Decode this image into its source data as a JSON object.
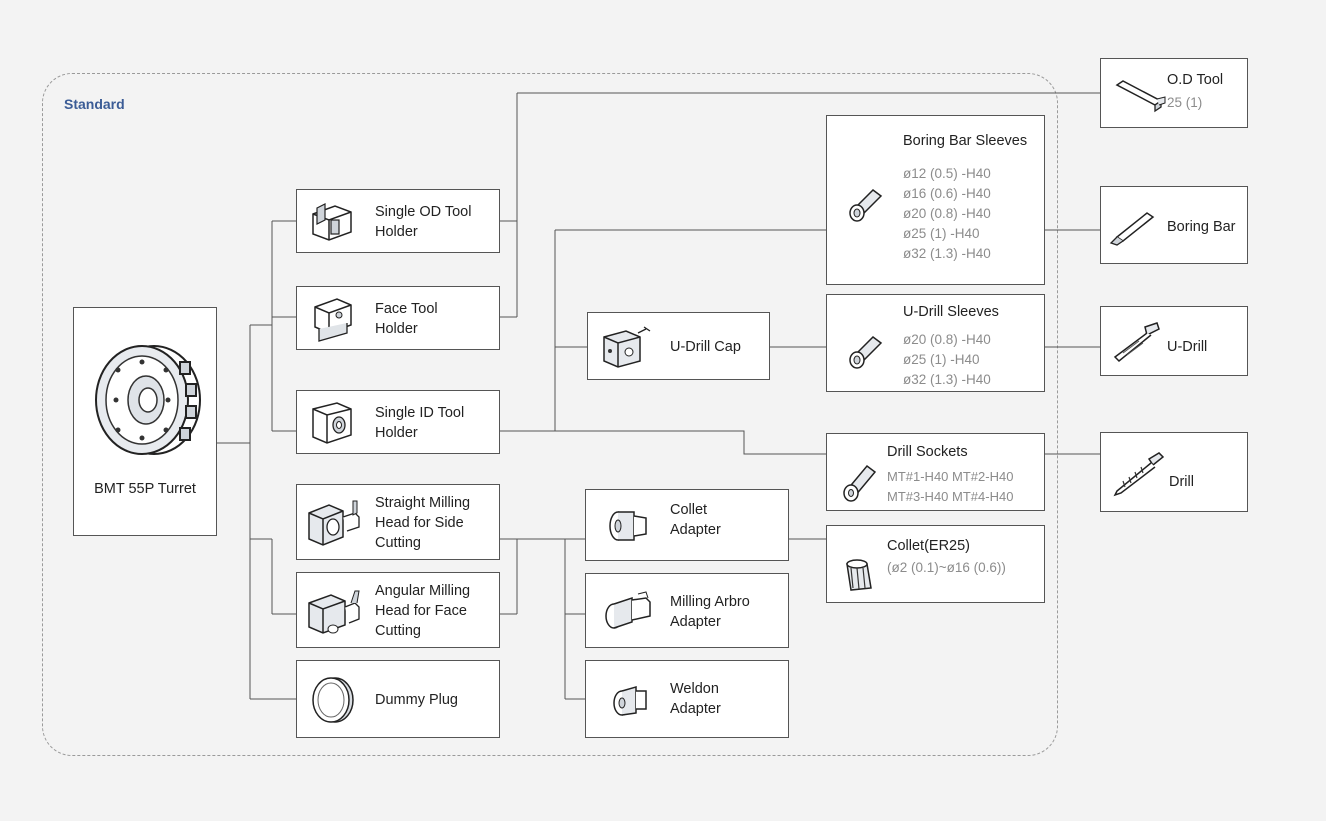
{
  "section_label": "Standard",
  "nodes": {
    "turret": {
      "title": "BMT 55P Turret",
      "icon": "turret-icon"
    },
    "single_od_holder": {
      "title": "Single OD Tool\nHolder",
      "icon": "od-holder-icon"
    },
    "face_holder": {
      "title": "Face Tool\nHolder",
      "icon": "face-holder-icon"
    },
    "single_id_holder": {
      "title": "Single ID Tool\nHolder",
      "icon": "id-holder-icon"
    },
    "straight_milling": {
      "title": "Straight Milling\nHead for Side\nCutting",
      "icon": "straight-milling-head-icon"
    },
    "angular_milling": {
      "title": "Angular Milling\nHead for Face\nCutting",
      "icon": "angular-milling-head-icon"
    },
    "dummy_plug": {
      "title": "Dummy Plug",
      "icon": "dummy-plug-icon"
    },
    "u_drill_cap": {
      "title": "U-Drill Cap",
      "icon": "u-drill-cap-icon"
    },
    "collet_adapter": {
      "title": "Collet\nAdapter",
      "icon": "collet-adapter-icon"
    },
    "milling_arbro": {
      "title": "Milling Arbro\nAdapter",
      "icon": "milling-arbor-adapter-icon"
    },
    "weldon": {
      "title": "Weldon\nAdapter",
      "icon": "weldon-adapter-icon"
    },
    "boring_sleeves": {
      "title": "Boring Bar Sleeves",
      "specs": "ø12 (0.5) -H40\nø16 (0.6) -H40\nø20 (0.8) -H40\nø25 (1) -H40\nø32 (1.3) -H40",
      "icon": "sleeve-icon"
    },
    "u_drill_sleeves": {
      "title": "U-Drill Sleeves",
      "specs": "ø20 (0.8) -H40\nø25 (1) -H40\nø32 (1.3) -H40",
      "icon": "sleeve-icon"
    },
    "drill_sockets": {
      "title": "Drill Sockets",
      "specs": "MT#1-H40  MT#2-H40\nMT#3-H40  MT#4-H40",
      "icon": "drill-socket-icon"
    },
    "collet": {
      "title": "Collet(ER25)",
      "specs": "(ø2 (0.1)~ø16 (0.6))",
      "icon": "collet-icon"
    },
    "od_tool": {
      "title": "O.D Tool",
      "specs": "25 (1)",
      "icon": "od-tool-icon"
    },
    "boring_bar": {
      "title": "Boring Bar",
      "icon": "boring-bar-icon"
    },
    "u_drill": {
      "title": "U-Drill",
      "icon": "u-drill-icon"
    },
    "drill": {
      "title": "Drill",
      "icon": "drill-icon"
    }
  },
  "colors": {
    "accent": "#3b5c96",
    "line": "#555555",
    "spec_text": "#8c8c8c"
  }
}
